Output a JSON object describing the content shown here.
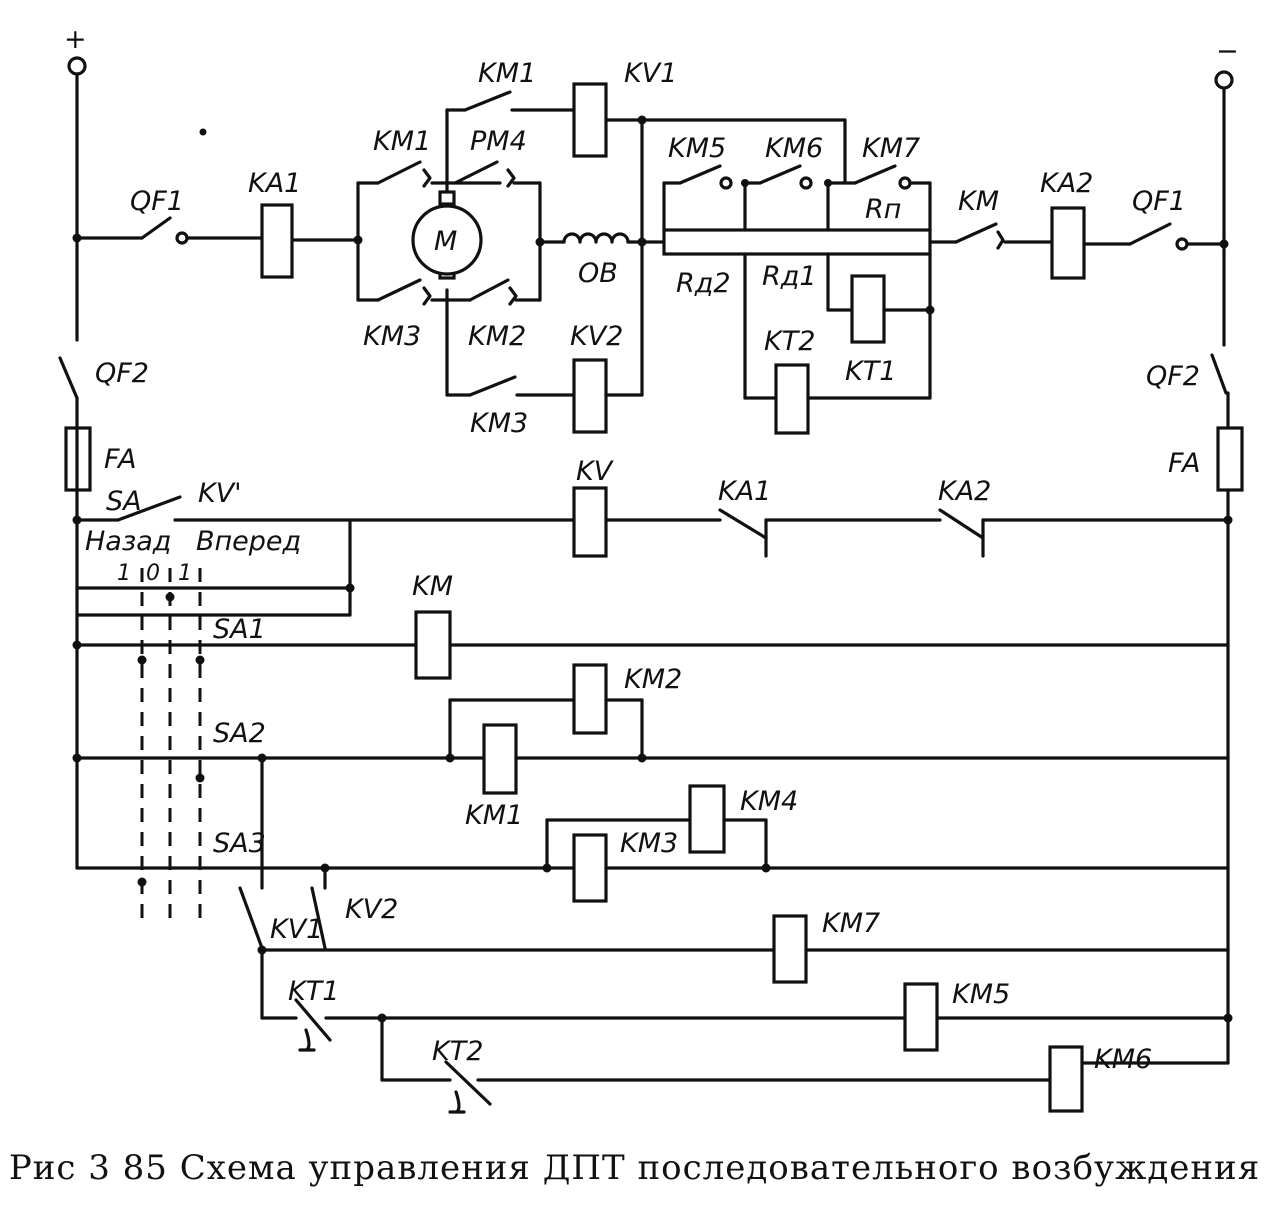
{
  "diagram": {
    "labels": {
      "plus": "+",
      "minus": "−",
      "qf1_left": "QF1",
      "qf1_right": "QF1",
      "ka1": "KA1",
      "ka2": "KA2",
      "km1_top": "KM1",
      "kv1_top": "KV1",
      "km1_bridge": "KM1",
      "km4_bridge": "PM4",
      "motor": "M",
      "km3_bridge": "KM3",
      "km2_bridge": "KM2",
      "kv2_top": "KV2",
      "km3_kv2": "KM3",
      "ov": "ОВ",
      "km5_top": "KM5",
      "km6_top": "KM6",
      "km7_top": "KM7",
      "rp": "Rп",
      "rd2": "Rд2",
      "rd1": "Rд1",
      "kt2_top": "KT2",
      "kt1_top": "KT1",
      "km_main": "KM",
      "qf2_left": "QF2",
      "qf2_right": "QF2",
      "fa_left": "FA",
      "fa_right": "FA",
      "sa": "SA",
      "kv_contact": "KV'",
      "kv_coil": "KV",
      "ka1_ctrl": "KA1",
      "ka2_ctrl": "KA2",
      "nazad": "Назад",
      "vpered": "Вперед",
      "pos_1l": "1",
      "pos_0": "0",
      "pos_1r": "1",
      "sa1": "SA1",
      "km_ctrl": "KM",
      "sa2": "SA2",
      "km2_ctrl": "KM2",
      "km1_ctrl": "KM1",
      "sa3": "SA3",
      "km4_ctrl": "KM4",
      "km3_ctrl": "KM3",
      "kv1_ctrl": "KV1",
      "kv2_ctrl": "KV2",
      "km7_ctrl": "KM7",
      "kt1_ctrl": "KT1",
      "km5_ctrl": "KM5",
      "kt2_ctrl": "KT2",
      "km6_ctrl": "KM6"
    }
  },
  "caption": "Рис  3 85  Схема управления  ДПТ последовательного возбуждения"
}
